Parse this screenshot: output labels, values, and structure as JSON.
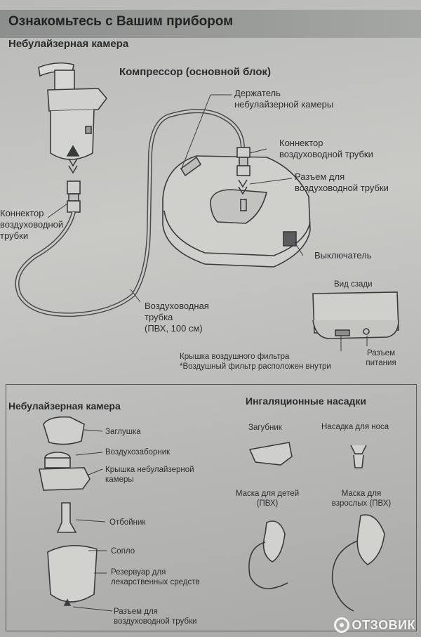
{
  "header": {
    "title": "Ознакомьтесь с Вашим прибором"
  },
  "top": {
    "chamber_title": "Небулайзерная камера",
    "compressor_title": "Компрессор (основной блок)",
    "holder_label": [
      "Держатель",
      "небулайзерной камеры"
    ],
    "connector_right_label": [
      "Коннектор",
      "воздуховодной трубки"
    ],
    "socket_label": [
      "Разъем для",
      "воздуховодной трубки"
    ],
    "switch_label": "Выключатель",
    "connector_left_label": [
      "Коннектор",
      "воздуховодной",
      "трубки"
    ],
    "tube_label": [
      "Воздуховодная",
      "трубка",
      "(ПВХ, 100 см)"
    ],
    "rear_view_label": "Вид сзади",
    "filter_cover_label": "Крышка воздушного фильтра",
    "filter_note": "*Воздушный фильтр расположен внутри",
    "power_label": [
      "Разъем",
      "питания"
    ]
  },
  "bottom": {
    "chamber_title": "Небулайзерная камера",
    "parts": [
      "Заглушка",
      "Воздухозаборник",
      [
        "Крышка небулайзерной",
        "камеры"
      ],
      "Отбойник",
      "Сопло",
      [
        "Резервуар для",
        "лекарственных средств"
      ],
      [
        "Разъем для",
        "воздуховодной трубки"
      ]
    ],
    "accessories_title": "Ингаляционные насадки",
    "mouthpiece": "Загубник",
    "nose_piece": "Насадка для носа",
    "child_mask": [
      "Маска для детей",
      "(ПВХ)"
    ],
    "adult_mask": [
      "Маска для",
      "взрослых (ПВХ)"
    ]
  },
  "watermark": {
    "text": "ОТЗОВИК"
  }
}
